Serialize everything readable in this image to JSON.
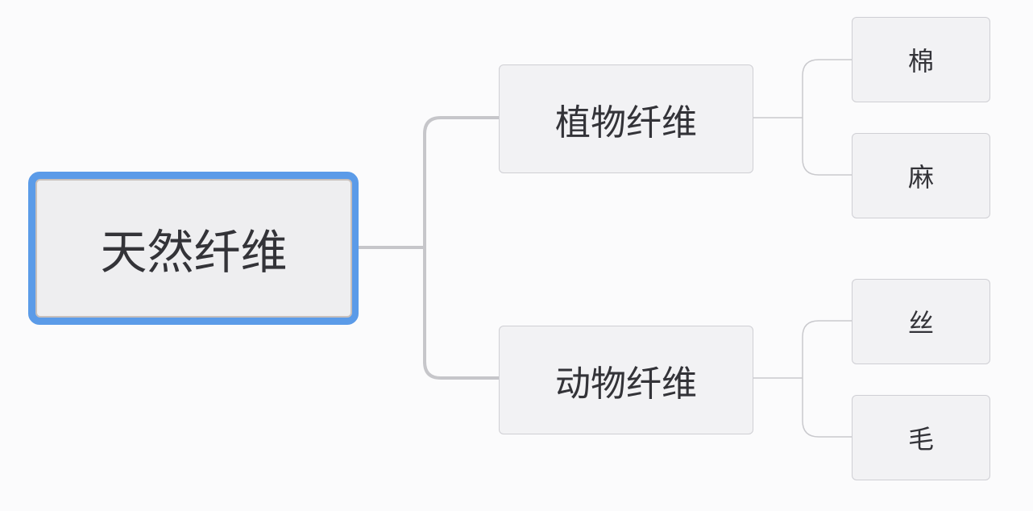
{
  "root": {
    "label": "天然纤维"
  },
  "branches": [
    {
      "label": "植物纤维",
      "children": [
        {
          "label": "棉"
        },
        {
          "label": "麻"
        }
      ]
    },
    {
      "label": "动物纤维",
      "children": [
        {
          "label": "丝"
        },
        {
          "label": "毛"
        }
      ]
    }
  ],
  "colors": {
    "selection": "#5b9be8",
    "connector": "#c6c6ca",
    "node_fill": "#f2f2f4"
  }
}
